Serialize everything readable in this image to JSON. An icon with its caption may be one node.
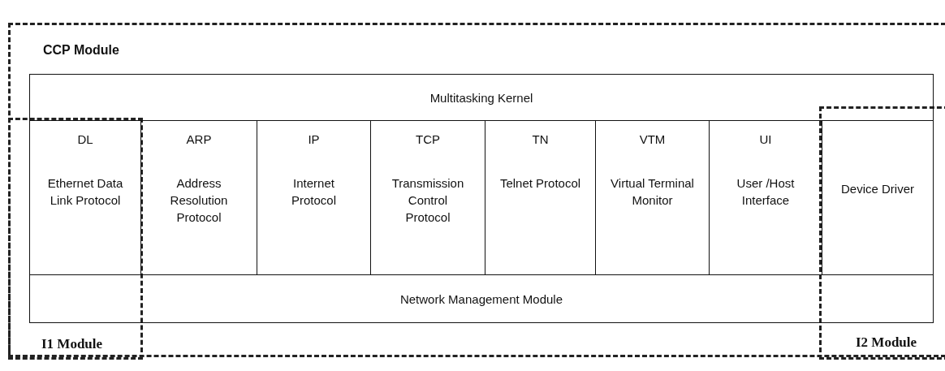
{
  "diagram": {
    "nodes": [
      {
        "text": [
          "CCP Module"
        ]
      },
      {
        "text": [
          "I1 Module"
        ],
        "in": 0
      },
      {
        "text": [
          "I2 Module"
        ],
        "in": 0
      },
      {
        "text": [
          "Multitasking Kernel"
        ],
        "in": 0
      },
      {
        "text": [
          "DL",
          "Ethernet Data Link Protocol"
        ],
        "in": 1
      },
      {
        "text": [
          "ARP",
          "Address Resolution Protocol"
        ],
        "in": 0
      },
      {
        "text": [
          "IP",
          "Internet Protocol"
        ],
        "in": 0
      },
      {
        "text": [
          "TCP",
          "Transmission Control Protocol"
        ],
        "in": 0
      },
      {
        "text": [
          "TN",
          "Telnet Protocol"
        ],
        "in": 0
      },
      {
        "text": [
          "VTM",
          "Virtual Terminal Monitor"
        ],
        "in": 0
      },
      {
        "text": [
          "UI",
          "User /Host Interface"
        ],
        "in": 0
      },
      {
        "text": [
          "Device Driver"
        ],
        "in": 2
      },
      {
        "text": [
          "Network Management Module"
        ],
        "in": 0
      }
    ],
    "edges": []
  }
}
